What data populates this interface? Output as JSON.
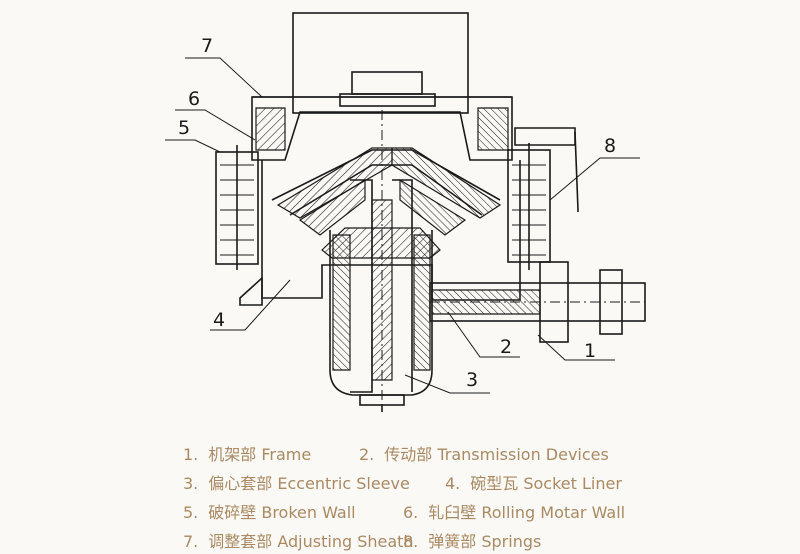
{
  "callouts": [
    "7",
    "6",
    "5",
    "4",
    "8",
    "2",
    "1",
    "3"
  ],
  "legend": [
    {
      "num": "1.",
      "text": "机架部 Frame"
    },
    {
      "num": "2.",
      "text": "传动部 Transmission Devices"
    },
    {
      "num": "3.",
      "text": "偏心套部 Eccentric Sleeve"
    },
    {
      "num": "4.",
      "text": "碗型瓦 Socket Liner"
    },
    {
      "num": "5.",
      "text": "破碎壁 Broken Wall"
    },
    {
      "num": "6.",
      "text": "轧臼壁 Rolling Motar Wall"
    },
    {
      "num": "7.",
      "text": "调整套部 Adjusting Sheath"
    },
    {
      "num": "8.",
      "text": "弹簧部  Springs"
    }
  ],
  "colors": {
    "line": "#1a1a1a",
    "legend_text": "#a98a63",
    "background": "#fbf9f6"
  }
}
